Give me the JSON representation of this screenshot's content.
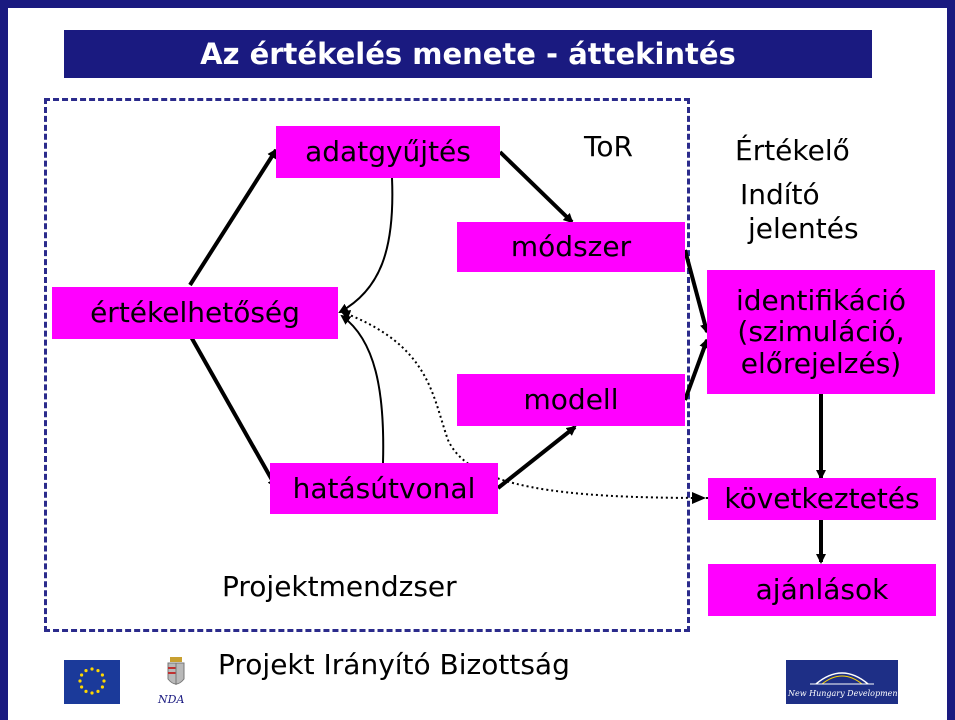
{
  "title": "Az értékelés menete - áttekintés",
  "nodes": {
    "adatgyujtes": "adatgyűjtés",
    "modszer": "módszer",
    "ertekelhetoseg": "értékelhetőség",
    "modell": "modell",
    "hatasutvonal": "hatásútvonal",
    "identifikacio_line1": "identifikáció",
    "identifikacio_line2": "(szimuláció,",
    "identifikacio_line3": "előrejelzés)",
    "kovetkeztetes": "következtetés",
    "ajanlasok": "ajánlások"
  },
  "labels": {
    "tor": "ToR",
    "ertekelo": "Értékelő",
    "indito_line1": "Indító",
    "indito_line2": "jelentés",
    "projektmendzser": "Projektmendzser"
  },
  "footer": {
    "committee": "Projekt Irányító Bizottság",
    "nda_logo_text": "NDA",
    "nhdp_logo_text": "New Hungary Development Plan"
  },
  "colors": {
    "frame": "#1a1a80",
    "node_fill": "#ff00ff",
    "dashed_border": "#2b2b8c"
  }
}
